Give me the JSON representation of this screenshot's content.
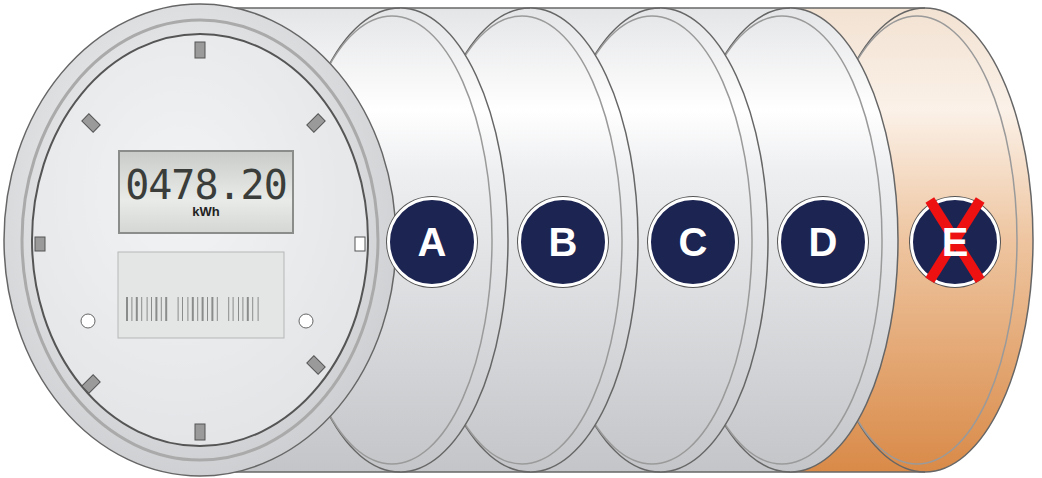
{
  "diagram": {
    "nodes": [
      {
        "text": [
          "0478.20",
          "kWh"
        ]
      },
      {
        "text": [
          "A"
        ]
      },
      {
        "text": [
          "B"
        ]
      },
      {
        "text": [
          "C"
        ]
      },
      {
        "text": [
          "D"
        ]
      },
      {
        "text": [
          "E"
        ]
      }
    ]
  }
}
